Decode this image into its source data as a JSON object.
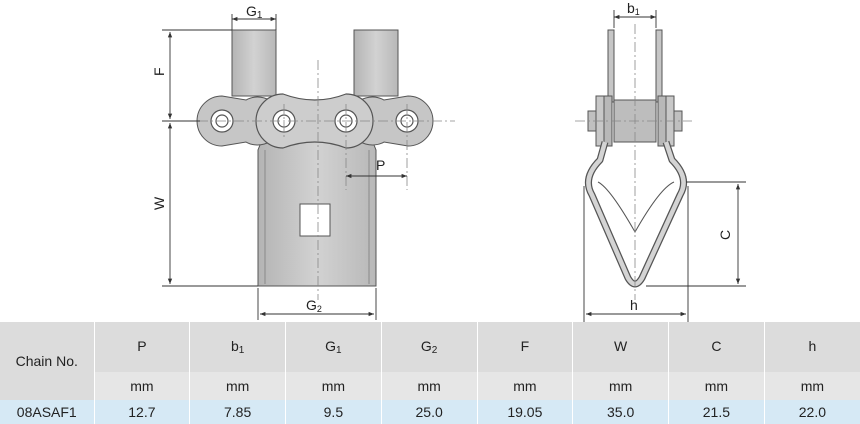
{
  "diagram": {
    "front_labels": {
      "g1": "G",
      "g1_sub": "1",
      "f": "F",
      "w": "W",
      "p": "P",
      "g2": "G",
      "g2_sub": "2"
    },
    "side_labels": {
      "b1": "b",
      "b1_sub": "1",
      "c": "C",
      "h": "h"
    }
  },
  "table": {
    "chain_no_header": "Chain No.",
    "columns": [
      {
        "main": "P",
        "sub": ""
      },
      {
        "main": "b",
        "sub": "1"
      },
      {
        "main": "G",
        "sub": "1"
      },
      {
        "main": "G",
        "sub": "2"
      },
      {
        "main": "F",
        "sub": ""
      },
      {
        "main": "W",
        "sub": ""
      },
      {
        "main": "C",
        "sub": ""
      },
      {
        "main": "h",
        "sub": ""
      }
    ],
    "units": [
      "mm",
      "mm",
      "mm",
      "mm",
      "mm",
      "mm",
      "mm",
      "mm"
    ],
    "rows": [
      {
        "chain_no": "08ASAF1",
        "values": [
          "12.7",
          "7.85",
          "9.5",
          "25.0",
          "19.05",
          "35.0",
          "21.5",
          "22.0"
        ]
      }
    ]
  }
}
